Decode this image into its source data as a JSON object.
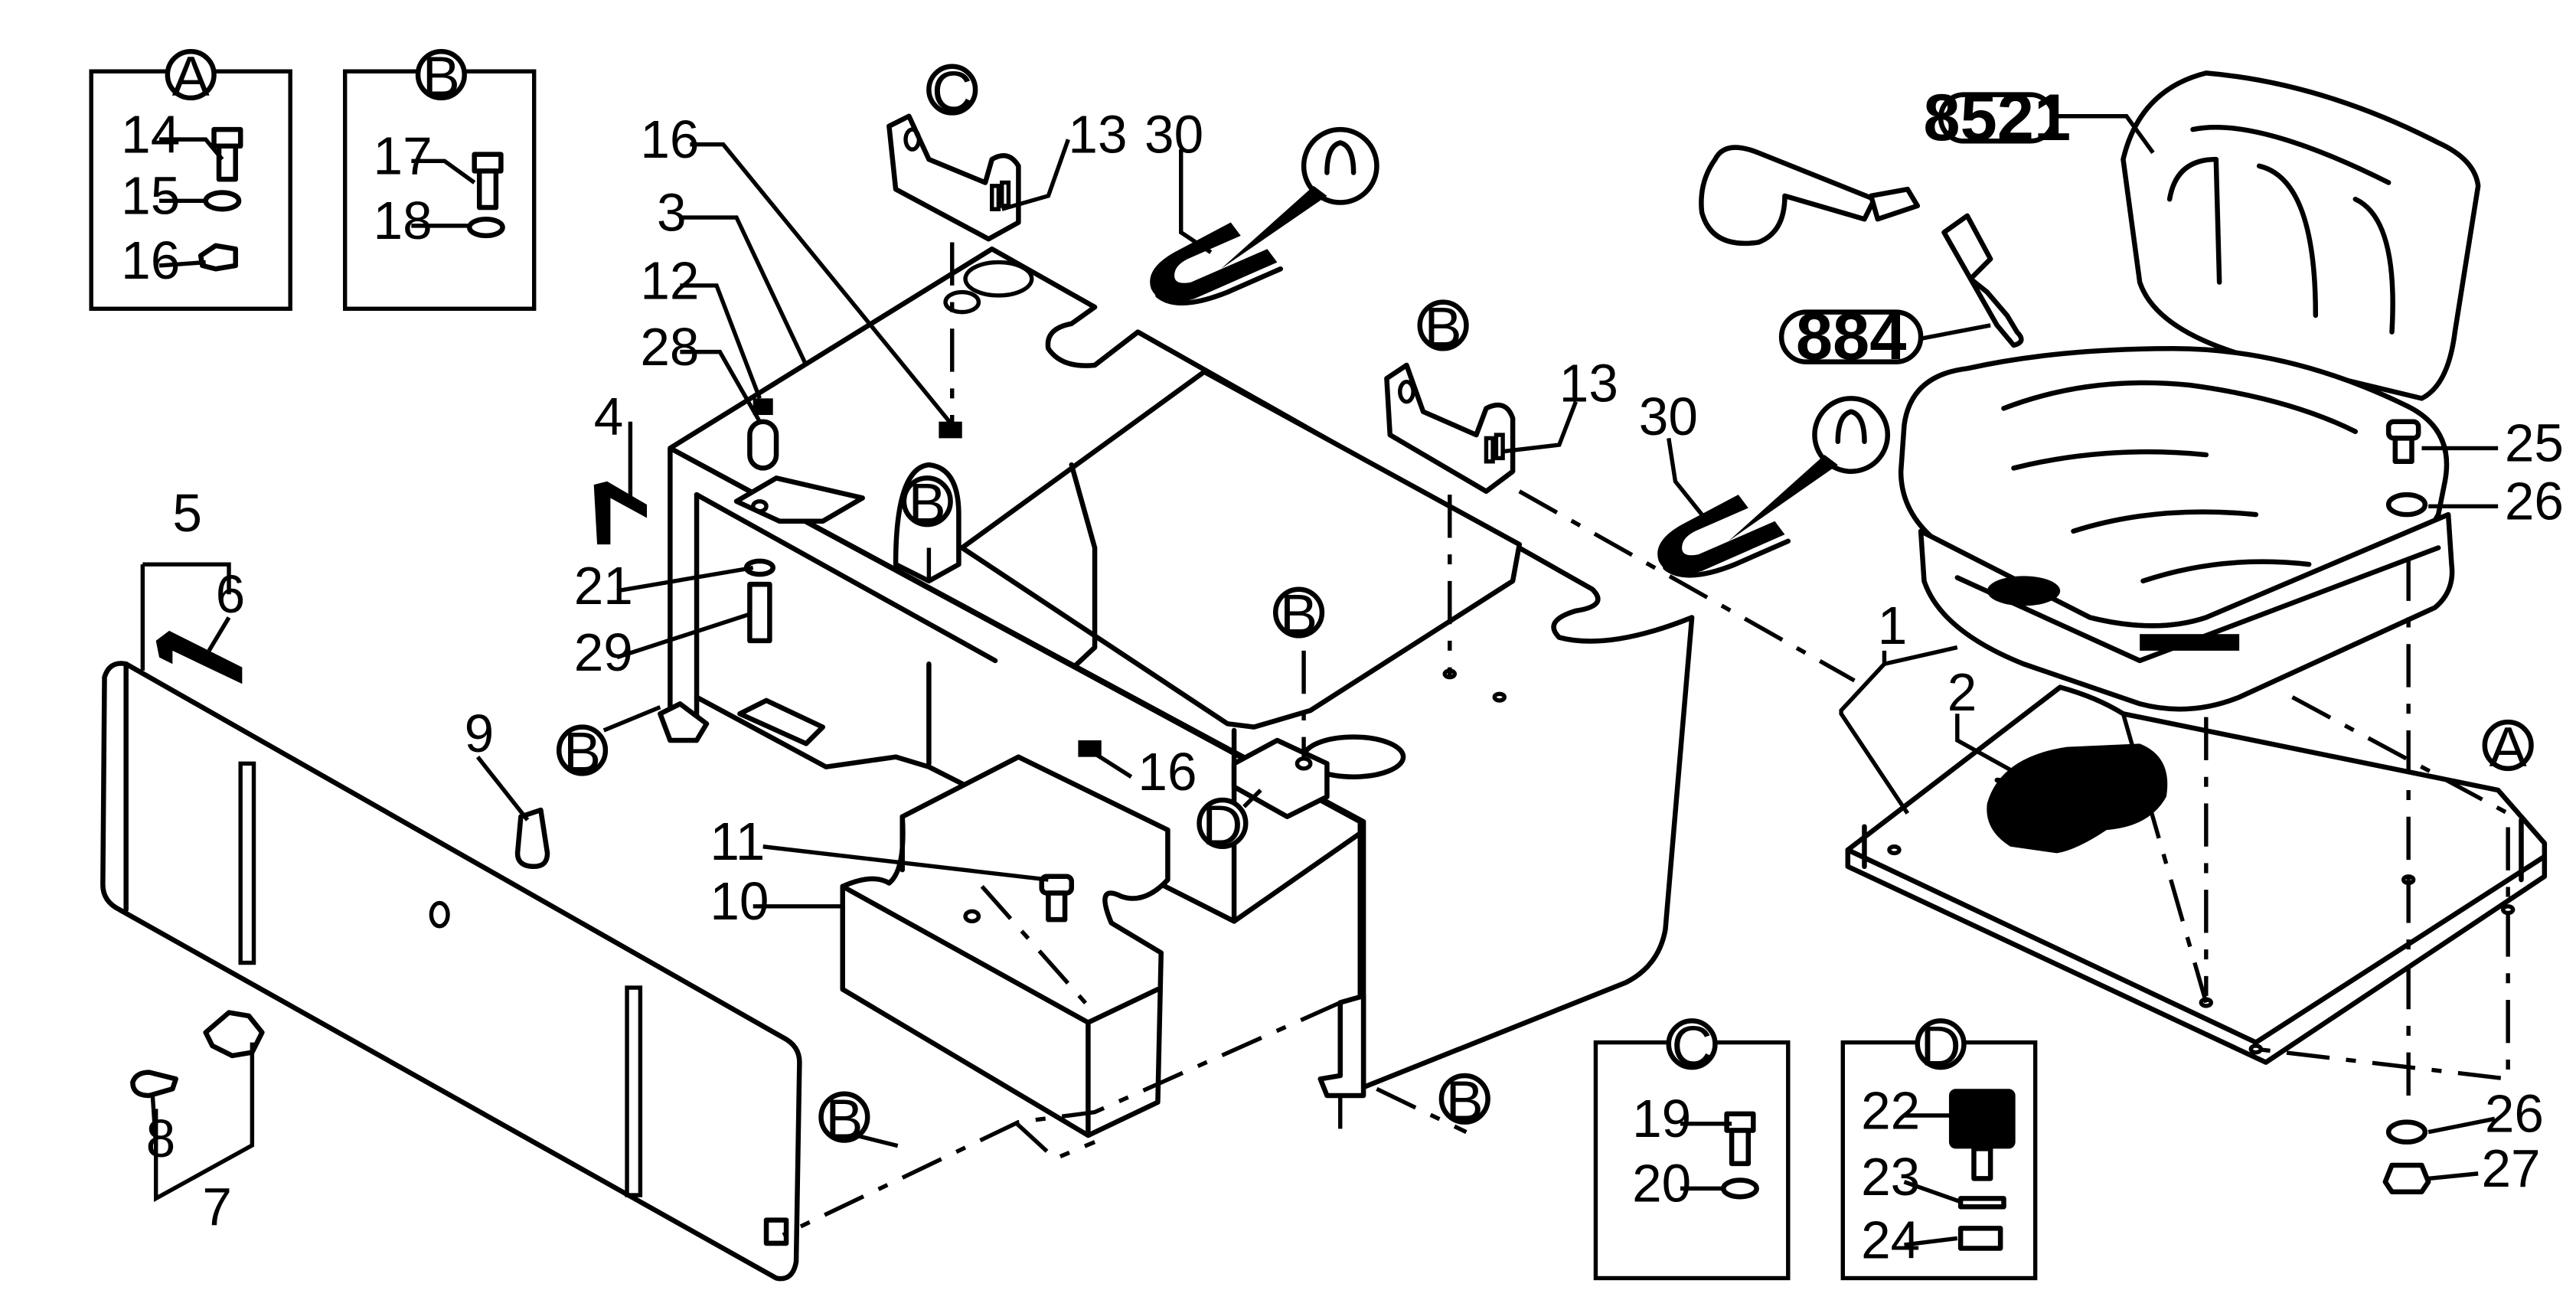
{
  "callouts": {
    "n1": "1",
    "n2": "2",
    "n3": "3",
    "n4": "4",
    "n5": "5",
    "n6": "6",
    "n7": "7",
    "n8": "8",
    "n9": "9",
    "n10": "10",
    "n11": "11",
    "n12": "12",
    "n13": "13",
    "n14": "14",
    "n15": "15",
    "n16": "16",
    "n17": "17",
    "n18": "18",
    "n19": "19",
    "n20": "20",
    "n21": "21",
    "n22": "22",
    "n23": "23",
    "n24": "24",
    "n25": "25",
    "n26": "26",
    "n27": "27",
    "n28": "28",
    "n29": "29",
    "n30": "30"
  },
  "refs": {
    "seat": "8521",
    "belt": "884"
  },
  "circles": {
    "a": "A",
    "b": "B",
    "c": "C",
    "d": "D"
  }
}
